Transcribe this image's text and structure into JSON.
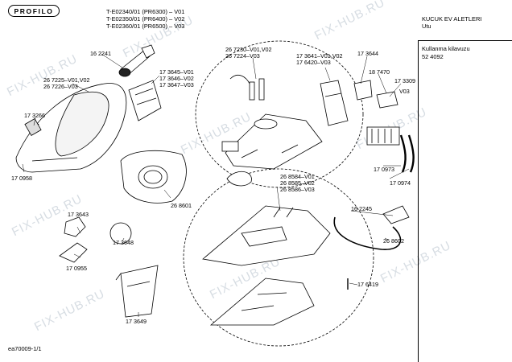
{
  "header": {
    "brand": "PROFILO",
    "models": [
      "T-E02340/01 (PR6300) – V01",
      "T-E02350/01 (PR6400) – V02",
      "T-E02360/01 (PR6500) – V03"
    ],
    "category": "KUCUK EV ALETLERI",
    "subcategory": "Utu",
    "manual_label": "Kullanma kilavuzu",
    "manual_number": "52 4092"
  },
  "watermark": "FIX-HUB.RU",
  "footer": {
    "doc_id": "ea70009-1/1"
  },
  "parts": {
    "p162241": "16 2241",
    "p267225": "26 7225–V01,V02",
    "p267226": "26 7226–V03",
    "p173266": "17 3266",
    "p170958": "17 0958",
    "p173645": "17 3645–V01",
    "p173646": "17 3646–V02",
    "p173647": "17 3647–V03",
    "p267230": "26 7230–V01,V02",
    "p267224": "26 7224–V03",
    "p173641": "17 3641–V01,V02",
    "p176420": "17 6420–V03",
    "p173644": "17 3644",
    "p187470": "18 7470",
    "p173309": "17 3309",
    "pv03": "V03",
    "p170973": "17 0973",
    "p170974": "17 0974",
    "p268601": "26 8601",
    "p268584": "26 8584–V01",
    "p268585": "26 8585–V02",
    "p268586": "26 8586–V03",
    "p162245": "16 2245",
    "p268602": "26 8602",
    "p173643": "17 3643",
    "p173648": "17 3648",
    "p170955": "17 0955",
    "p176419": "17 6419",
    "p173649": "17 3649"
  }
}
